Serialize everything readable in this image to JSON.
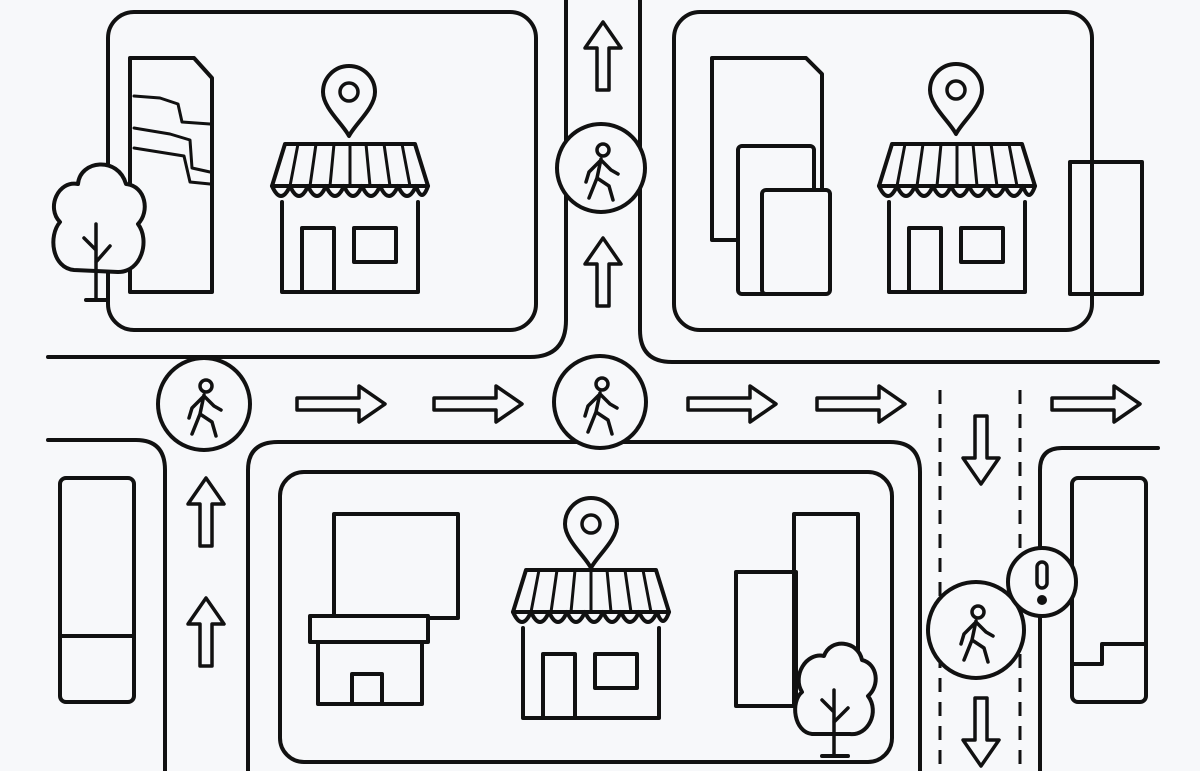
{
  "map": {
    "style": "line-art street map",
    "colors": {
      "background": "#f7f8fa",
      "stroke": "#111111"
    },
    "blocks": [
      {
        "name": "block-top-left",
        "contains": [
          "tall-building",
          "tree",
          "shop-with-pin"
        ]
      },
      {
        "name": "block-top-right",
        "contains": [
          "tall-building",
          "building",
          "building",
          "shop-with-pin",
          "building"
        ]
      },
      {
        "name": "block-bottom-center",
        "contains": [
          "low-building",
          "shop-with-pin",
          "tall-building",
          "tree"
        ]
      },
      {
        "name": "block-bottom-left",
        "contains": [
          "building"
        ]
      },
      {
        "name": "block-bottom-right",
        "contains": [
          "building"
        ]
      }
    ],
    "crosswalk_signs": [
      {
        "name": "pedestrian-sign-top",
        "icon": "pedestrian-icon"
      },
      {
        "name": "pedestrian-sign-left",
        "icon": "pedestrian-icon"
      },
      {
        "name": "pedestrian-sign-center",
        "icon": "pedestrian-icon"
      },
      {
        "name": "pedestrian-sign-bottom-right",
        "icon": "pedestrian-icon",
        "alert": true
      }
    ],
    "alert": {
      "icon": "alert-icon",
      "text": "!"
    },
    "traffic_flow": {
      "horizontal_road": "right",
      "vertical_road_top": "up",
      "vertical_road_left": "up",
      "vertical_road_right": "down"
    }
  }
}
